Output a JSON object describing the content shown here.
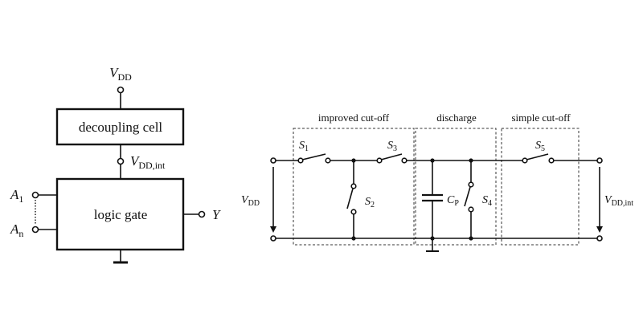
{
  "left": {
    "vdd_top": {
      "main": "V",
      "sub": "DD"
    },
    "decoupling_cell": "decoupling cell",
    "vdd_int": {
      "main": "V",
      "sub": "DD,int"
    },
    "logic_gate": "logic gate",
    "input_a1": {
      "main": "A",
      "sub": "1"
    },
    "input_an": {
      "main": "A",
      "sub": "n"
    },
    "output_y": "Y"
  },
  "right": {
    "sections": [
      "improved cut-off",
      "discharge",
      "simple cut-off"
    ],
    "switches": [
      {
        "main": "S",
        "sub": "1"
      },
      {
        "main": "S",
        "sub": "2"
      },
      {
        "main": "S",
        "sub": "3"
      },
      {
        "main": "S",
        "sub": "4"
      },
      {
        "main": "S",
        "sub": "5"
      }
    ],
    "capacitor": {
      "main": "C",
      "sub": "P"
    },
    "vdd_in": {
      "main": "V",
      "sub": "DD"
    },
    "vdd_out": {
      "main": "V",
      "sub": "DD,int"
    }
  }
}
